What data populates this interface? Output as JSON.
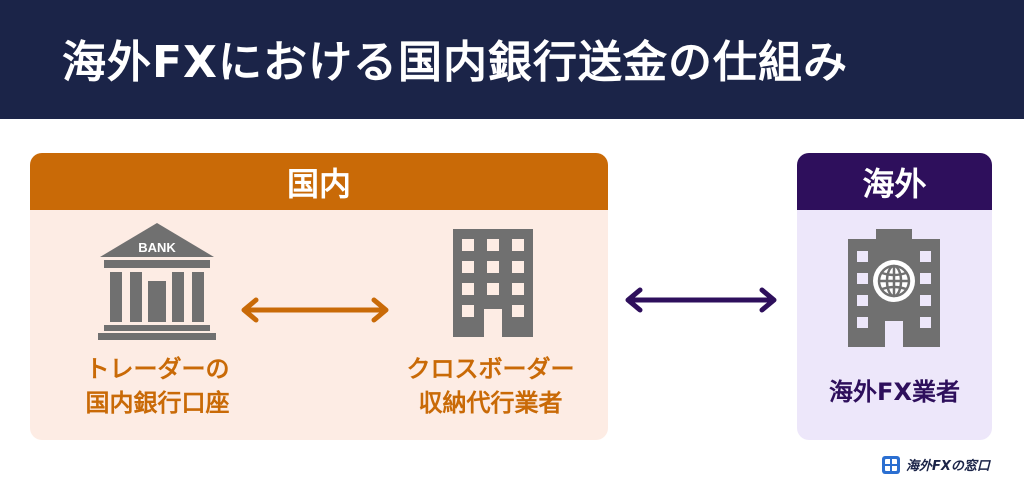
{
  "header": {
    "title": "海外FXにおける国内銀行送金の仕組み"
  },
  "domestic": {
    "heading": "国内",
    "bank": {
      "sign": "BANK",
      "label_line1": "トレーダーの",
      "label_line2": "国内銀行口座"
    },
    "agent": {
      "label_line1": "クロスボーダー",
      "label_line2": "収納代行業者"
    }
  },
  "overseas": {
    "heading": "海外",
    "broker": {
      "label": "海外FX業者"
    }
  },
  "footer": {
    "brand": "海外FXの窓口"
  },
  "colors": {
    "header_bg": "#1b2448",
    "domestic_accent": "#c96a07",
    "domestic_bg": "#fdece4",
    "overseas_accent": "#2e0f5c",
    "overseas_bg": "#ede7fa",
    "icon_gray": "#707070"
  },
  "icons": [
    "bank-icon",
    "office-building-icon",
    "globe-building-icon",
    "double-arrow-icon",
    "window-logo-icon"
  ]
}
